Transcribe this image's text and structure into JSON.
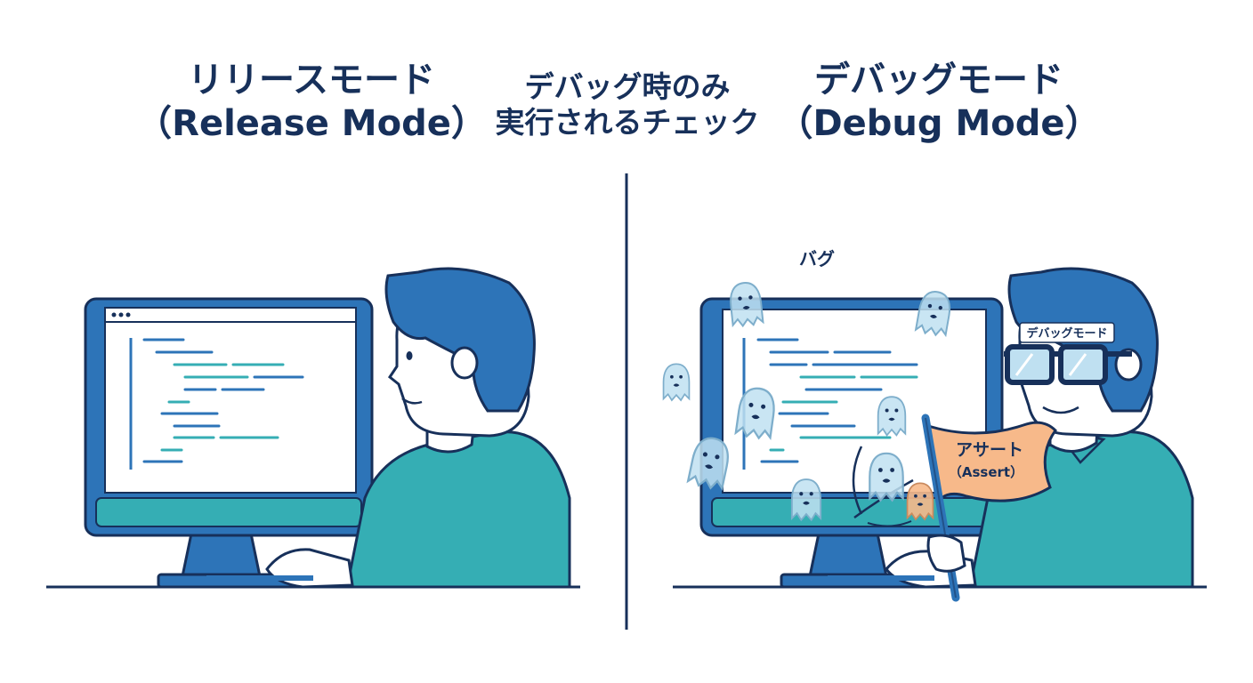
{
  "release": {
    "title_line1": "リリースモード",
    "title_line2": "（Release Mode）"
  },
  "middle": {
    "line1": "デバッグ時のみ",
    "line2": "実行されるチェック"
  },
  "debug": {
    "title_line1": "デバッグモード",
    "title_line2": "（Debug Mode）",
    "bug_label": "バグ",
    "glasses_label": "デバッグモード",
    "flag_line1": "アサート",
    "flag_line2": "（Assert）"
  },
  "colors": {
    "navy": "#17305a",
    "blue": "#2d74b8",
    "teal": "#35aeb4",
    "light_blue": "#bfe0f1",
    "flag_orange": "#f7b98a"
  }
}
